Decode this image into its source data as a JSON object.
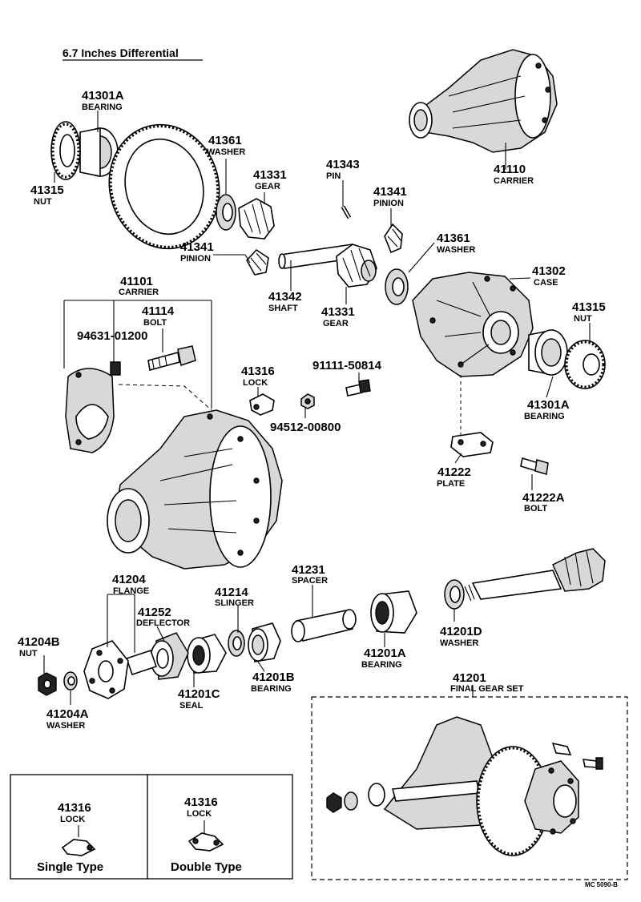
{
  "title": "6.7 Inches Differential",
  "ref_code": "MC 5090-B",
  "labels": {
    "p41301A_top": {
      "num": "41301A",
      "name": "BEARING"
    },
    "p41315_left": {
      "num": "41315",
      "name": "NUT"
    },
    "p41361_top": {
      "num": "41361",
      "name": "WASHER"
    },
    "p41331_top": {
      "num": "41331",
      "name": "GEAR"
    },
    "p41343": {
      "num": "41343",
      "name": "PIN"
    },
    "p41341_right": {
      "num": "41341",
      "name": "PINION"
    },
    "p41110": {
      "num": "41110",
      "name": "CARRIER"
    },
    "p41341_left": {
      "num": "41341",
      "name": "PINION"
    },
    "p41361_right": {
      "num": "41361",
      "name": "WASHER"
    },
    "p41302": {
      "num": "41302",
      "name": "CASE"
    },
    "p41342": {
      "num": "41342",
      "name": "SHAFT"
    },
    "p41331_bottom": {
      "num": "41331",
      "name": "GEAR"
    },
    "p41101": {
      "num": "41101",
      "name": "CARRIER"
    },
    "p41114": {
      "num": "41114",
      "name": "BOLT"
    },
    "p94631": {
      "num": "94631-01200"
    },
    "p41315_right": {
      "num": "41315",
      "name": "NUT"
    },
    "p41316_main": {
      "num": "41316",
      "name": "LOCK"
    },
    "p91111": {
      "num": "91111-50814"
    },
    "p94512": {
      "num": "94512-00800"
    },
    "p41301A_right": {
      "num": "41301A",
      "name": "BEARING"
    },
    "p41222": {
      "num": "41222",
      "name": "PLATE"
    },
    "p41222A": {
      "num": "41222A",
      "name": "BOLT"
    },
    "p41204": {
      "num": "41204",
      "name": "FLANGE"
    },
    "p41252": {
      "num": "41252",
      "name": "DEFLECTOR"
    },
    "p41214": {
      "num": "41214",
      "name": "SLINGER"
    },
    "p41231": {
      "num": "41231",
      "name": "SPACER"
    },
    "p41204B": {
      "num": "41204B",
      "name": "NUT"
    },
    "p41201B": {
      "num": "41201B",
      "name": "BEARING"
    },
    "p41201A_bottom": {
      "num": "41201A",
      "name": "BEARING"
    },
    "p41201D": {
      "num": "41201D",
      "name": "WASHER"
    },
    "p41201C": {
      "num": "41201C",
      "name": "SEAL"
    },
    "p41204A": {
      "num": "41204A",
      "name": "WASHER"
    },
    "p41201": {
      "num": "41201",
      "name": "FINAL GEAR SET"
    }
  },
  "lock_types": {
    "single": {
      "num": "41316",
      "name": "LOCK",
      "type": "Single Type"
    },
    "double": {
      "num": "41316",
      "name": "LOCK",
      "type": "Double Type"
    }
  }
}
